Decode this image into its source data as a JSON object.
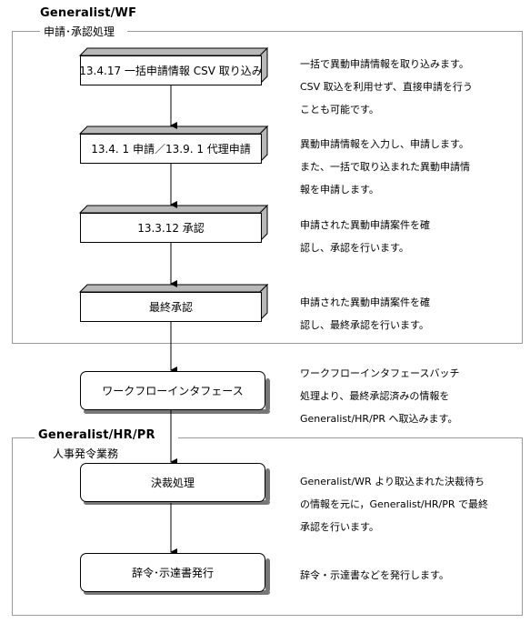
{
  "wf": {
    "system_label": "Generalist/WF",
    "section_label": "申請･承認処理",
    "steps": [
      {
        "label": "13.4.17 一括申請情報 CSV 取り込み",
        "desc": [
          "一括で異動申請情報を取り込みます。",
          "CSV 取込を利用せず、直接申請を行う",
          "ことも可能です。"
        ]
      },
      {
        "label": "13.4. 1 申請／13.9. 1 代理申請",
        "desc": [
          "異動申請情報を入力し、申請します。",
          "また、一括で取り込まれた異動申請情",
          "報を申請します。"
        ]
      },
      {
        "label": "13.3.12  承認",
        "desc": [
          "申請された異動申請案件を確",
          "認し、承認を行います。"
        ]
      },
      {
        "label": "最終承認",
        "desc": [
          "申請された異動申請案件を確",
          "認し、最終承認を行います。"
        ]
      }
    ]
  },
  "interface": {
    "label": "ワークフローインタフェース",
    "desc": [
      "ワークフローインタフェースバッチ",
      "処理より、最終承認済みの情報を",
      "Generalist/HR/PR へ取込みます。"
    ]
  },
  "hr": {
    "system_label": "Generalist/HR/PR",
    "section_label": "人事発令業務",
    "steps": [
      {
        "label": "決裁処理",
        "desc": [
          "Generalist/WR より取込まれた決裁待ち",
          "の情報を元に，Generalist/HR/PR で最終",
          "承認を行います。"
        ]
      },
      {
        "label": "辞令･示達書発行",
        "desc": [
          "辞令・示達書などを発行します。"
        ]
      }
    ]
  }
}
